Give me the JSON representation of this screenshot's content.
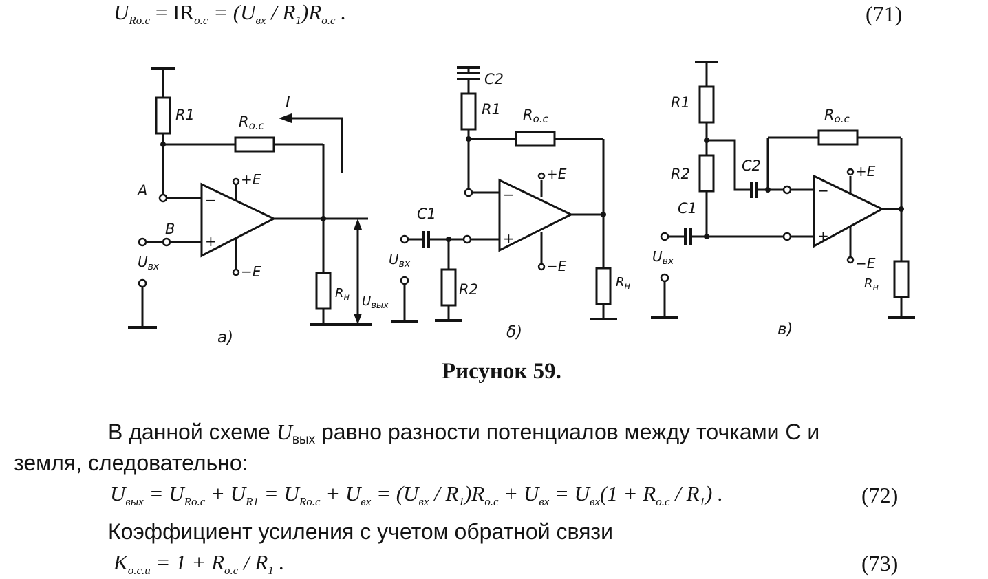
{
  "equations": {
    "eq71": {
      "num": "(71)",
      "t1": "U",
      "s1": "Ro.c",
      "t2": " = IR",
      "s2": "o.c",
      "t3": " = (U",
      "s3": "вх",
      "t4": " / R",
      "s4": "1",
      "t5": ")R",
      "s5": "o.c",
      "t6": " ."
    },
    "eq72": {
      "num": "(72)",
      "t1": "U",
      "s1": "вых",
      "t2": " = U",
      "s2": "Ro.c",
      "t3": " + U",
      "s3": "R1",
      "t4": " = U",
      "s4": "Ro.c",
      "t5": " + U",
      "s5": "вх",
      "t6": " = (U",
      "s6": "вх",
      "t7": " / R",
      "s7": "1",
      "t8": ")R",
      "s8": "o.c",
      "t9": " + U",
      "s9": "вх",
      "t10": " = U",
      "s10": "вх",
      "t11": "(1 + R",
      "s11": "o.c",
      "t12": " / R",
      "s12": "1",
      "t13": ") ."
    },
    "eq73": {
      "num": "(73)",
      "t1": "K",
      "s1": "o.c.u",
      "t2": " = 1 + R",
      "s2": "o.c",
      "t3": " / R",
      "s3": "1",
      "t4": " ."
    }
  },
  "figure": {
    "caption": "Рисунок 59.",
    "panel_a": {
      "label": "a)",
      "R1": "R1",
      "Roc": "R",
      "Roc_sub": "о.с",
      "I": "I",
      "A": "A",
      "B": "B",
      "plusE": "+E",
      "minusE": "−E",
      "minus": "−",
      "plus": "+",
      "Uvx": "U",
      "Uvx_sub": "вх",
      "Rn": "R",
      "Rn_sub": "н",
      "Uvyx": "U",
      "Uvyx_sub": "вых"
    },
    "panel_b": {
      "label": "δ)",
      "C2": "C2",
      "R1": "R1",
      "Roc": "R",
      "Roc_sub": "о.с",
      "C1": "C1",
      "R2": "R2",
      "plusE": "+E",
      "minusE": "−E",
      "minus": "−",
      "plus": "+",
      "Uvx": "U",
      "Uvx_sub": "вх",
      "Rn": "R",
      "Rn_sub": "н"
    },
    "panel_c": {
      "label": "в)",
      "R1": "R1",
      "R2": "R2",
      "C2": "C2",
      "C1": "C1",
      "Roc": "R",
      "Roc_sub": "о.с",
      "plusE": "+E",
      "minusE": "−E",
      "minus": "−",
      "plus": "+",
      "Uvx": "U",
      "Uvx_sub": "вх",
      "Rn": "R",
      "Rn_sub": "н"
    }
  },
  "paragraph": {
    "p1a": "В данной схеме ",
    "p1u": "U",
    "p1sub": "вых",
    "p1b": " равно разности потенциалов между точками С и",
    "p2": "земля, следовательно:",
    "p3": "Коэффициент усиления с учетом обратной связи"
  }
}
